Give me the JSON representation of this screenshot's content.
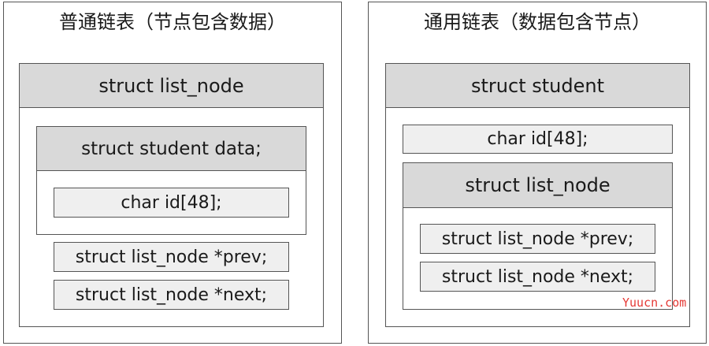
{
  "left": {
    "title": "普通链表（节点包含数据）",
    "outer_header": "struct list_node",
    "inner_header": "struct student data;",
    "inner_field": "char id[48];",
    "fields": [
      "struct list_node *prev;",
      "struct list_node *next;"
    ]
  },
  "right": {
    "title": "通用链表（数据包含节点）",
    "outer_header": "struct student",
    "field": "char id[48];",
    "inner_header": "struct list_node",
    "inner_fields": [
      "struct list_node *prev;",
      "struct list_node *next;"
    ]
  },
  "watermark": "Yuucn.com",
  "colors": {
    "header_fill": "#d9d9d9",
    "field_fill": "#efefef",
    "border": "#555555",
    "watermark": "#e53935"
  }
}
